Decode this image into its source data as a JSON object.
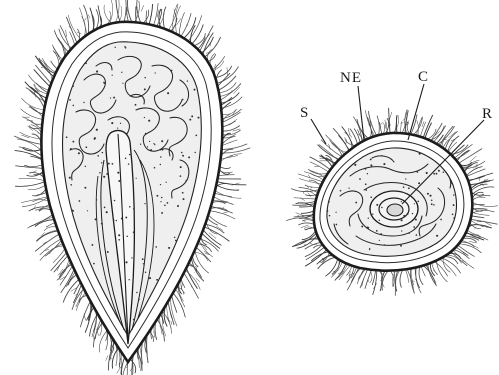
{
  "figure": {
    "labels": [
      {
        "id": "S",
        "text": "S"
      },
      {
        "id": "NE",
        "text": "NE"
      },
      {
        "id": "C",
        "text": "C"
      },
      {
        "id": "R",
        "text": "R"
      }
    ],
    "specimens": [
      "longitudinal-section",
      "transverse-section"
    ]
  }
}
